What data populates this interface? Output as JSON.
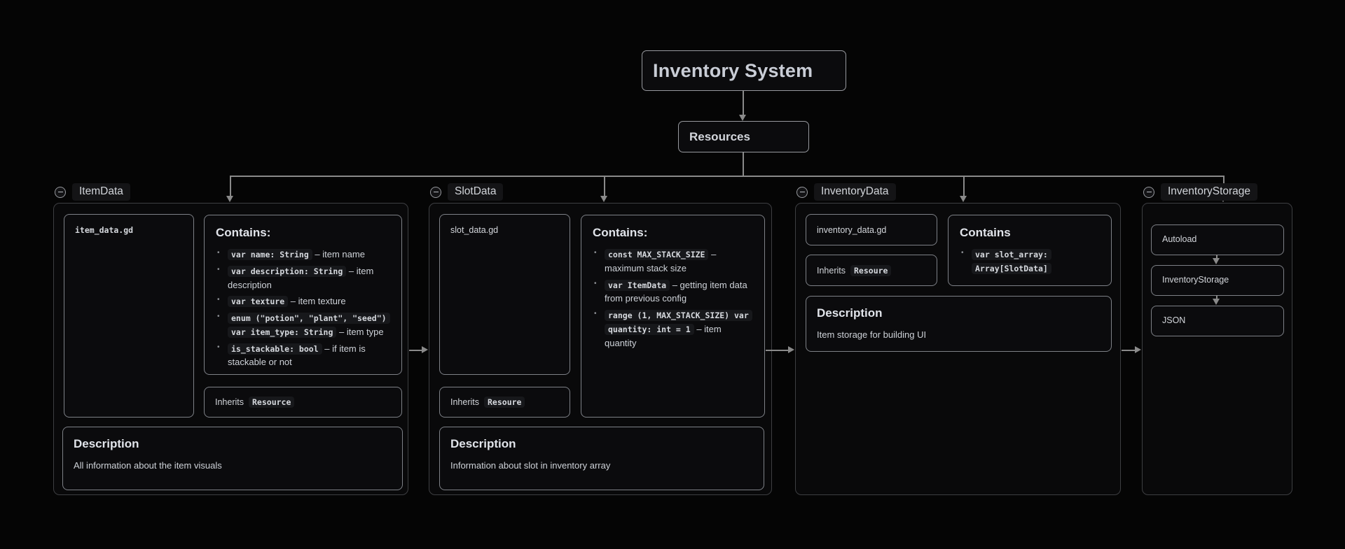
{
  "canvas": {
    "title": "Inventory System",
    "resources_label": "Resources",
    "colors": {
      "background": "#050505",
      "node_border": "#7e8187",
      "group_border": "#3e3f42",
      "arrow": "#8a8a8a",
      "text": "#d2d5da"
    }
  },
  "groups": [
    {
      "name": "ItemData",
      "file": "item_data.gd",
      "contains": {
        "title": "Contains:",
        "bullets": [
          {
            "code": "var name: String",
            "text": "– item name"
          },
          {
            "code": "var description: String",
            "text": "– item description"
          },
          {
            "code": "var texture",
            "text": "– item texture"
          },
          {
            "code": "enum (\"potion\", \"plant\", \"seed\") var item_type: String",
            "text": "– item type"
          },
          {
            "code": "is_stackable: bool",
            "text": "– if item is stackable or not"
          }
        ]
      },
      "inherits": {
        "prefix": "Inherits",
        "code": "Resource"
      },
      "description": {
        "title": "Description",
        "body": "All information about the item visuals"
      }
    },
    {
      "name": "SlotData",
      "file": "slot_data.gd",
      "contains": {
        "title": "Contains:",
        "bullets": [
          {
            "code": "const MAX_STACK_SIZE",
            "text": "– maximum stack size"
          },
          {
            "code": "var ItemData",
            "text": "– getting item data from previous config"
          },
          {
            "code": "range (1, MAX_STACK_SIZE) var quantity: int = 1",
            "text": "– item quantity"
          }
        ]
      },
      "inherits": {
        "prefix": "Inherits",
        "code": "Resoure"
      },
      "description": {
        "title": "Description",
        "body": "Information about slot in inventory array"
      }
    },
    {
      "name": "InventoryData",
      "file": "inventory_data.gd",
      "inherits": {
        "prefix": "Inherits",
        "code": "Resoure"
      },
      "contains": {
        "title": "Contains",
        "bullets": [
          {
            "code": "var slot_array: Array[SlotData]",
            "text": ""
          }
        ]
      },
      "description": {
        "title": "Description",
        "body": "Item storage for building UI"
      }
    },
    {
      "name": "InventoryStorage",
      "stack": [
        "Autoload",
        "InventoryStorage",
        "JSON"
      ]
    }
  ]
}
